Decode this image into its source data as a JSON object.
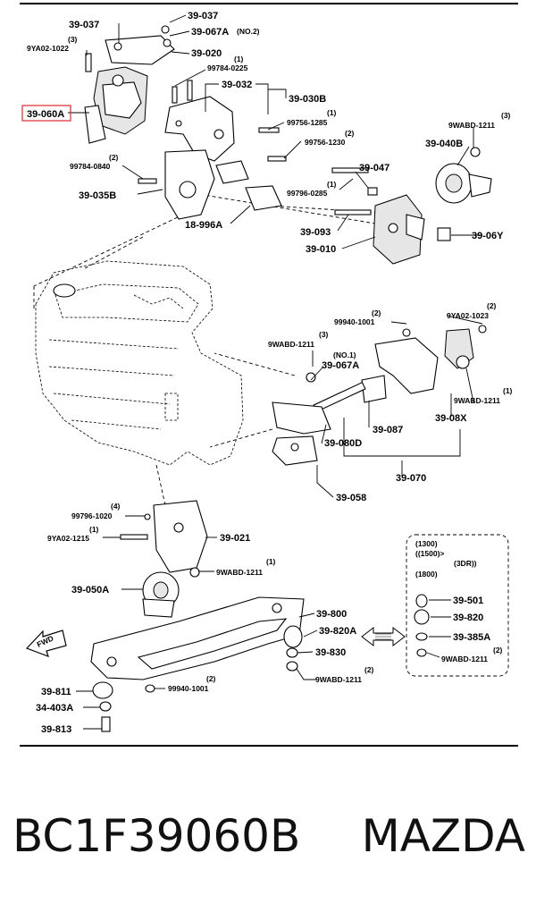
{
  "callouts": {
    "c39_037a": "39-037",
    "c39_037b": "39-037",
    "c39_067a_top": "39-067A",
    "no2": "(NO.2)",
    "q3_top": "(3)",
    "c9ya02_1022": "9YA02-1022",
    "c39_020": "39-020",
    "q1_99784": "(1)",
    "c99784_0225": "99784-0225",
    "c39_032": "39-032",
    "c39_030b": "39-030B",
    "c39_060a": "39-060A",
    "q1_99756": "(1)",
    "c99756_1285": "99756-1285",
    "q2_99756": "(2)",
    "c99756_1230": "99756-1230",
    "q3_wabd": "(3)",
    "c9wabd_1211_a": "9WABD-1211",
    "c39_040b": "39-040B",
    "q2_99784": "(2)",
    "c99784_0840": "99784-0840",
    "c39_047": "39-047",
    "q1_99796": "(1)",
    "c99796_0285": "99796-0285",
    "c39_035b": "39-035B",
    "c18_996a": "18-996A",
    "c39_093": "39-093",
    "c39_06y": "39-06Y",
    "c39_010": "39-010",
    "q2_99940": "(2)",
    "c99940_1001_a": "99940-1001",
    "q2_9ya02": "(2)",
    "c9ya02_1023": "9YA02-1023",
    "q3_wabd_b": "(3)",
    "c9wabd_1211_b": "9WABD-1211",
    "no1": "(NO.1)",
    "c39_067a_mid": "39-067A",
    "q1_wabd_c": "(1)",
    "c9wabd_1211_c": "9WABD-1211",
    "c39_087": "39-087",
    "c39_08x": "39-08X",
    "c39_080d": "39-080D",
    "c39_070": "39-070",
    "c39_058": "39-058",
    "q4_99796": "(4)",
    "c99796_1020": "99796-1020",
    "q1_9ya02": "(1)",
    "c9ya02_1215": "9YA02-1215",
    "c39_021": "39-021",
    "q1_wabd_d": "(1)",
    "c9wabd_1211_d": "9WABD-1211",
    "c39_050a": "39-050A",
    "c39_800": "39-800",
    "c39_820a": "39-820A",
    "c39_830": "39-830",
    "q2_wabd_e": "(2)",
    "c9wabd_1211_e": "9WABD-1211",
    "c39_811": "39-811",
    "q2_99940b": "(2)",
    "c99940_1001_b": "99940-1001",
    "c34_403a": "34-403A",
    "c39_813": "39-813",
    "fwd": "FWD",
    "inset_1300": "(1300)",
    "inset_1500": "((1500)>",
    "inset_3dr": "(3DR))",
    "inset_1800": "(1800)",
    "c39_501": "39-501",
    "c39_820": "39-820",
    "c39_385a": "39-385A",
    "q2_wabd_f": "(2)",
    "c9wabd_1211_f": "9WABD-1211"
  },
  "highlight_color": "#e0393e",
  "caption": {
    "part_number": "BC1F39060B",
    "brand": "MAZDA"
  }
}
